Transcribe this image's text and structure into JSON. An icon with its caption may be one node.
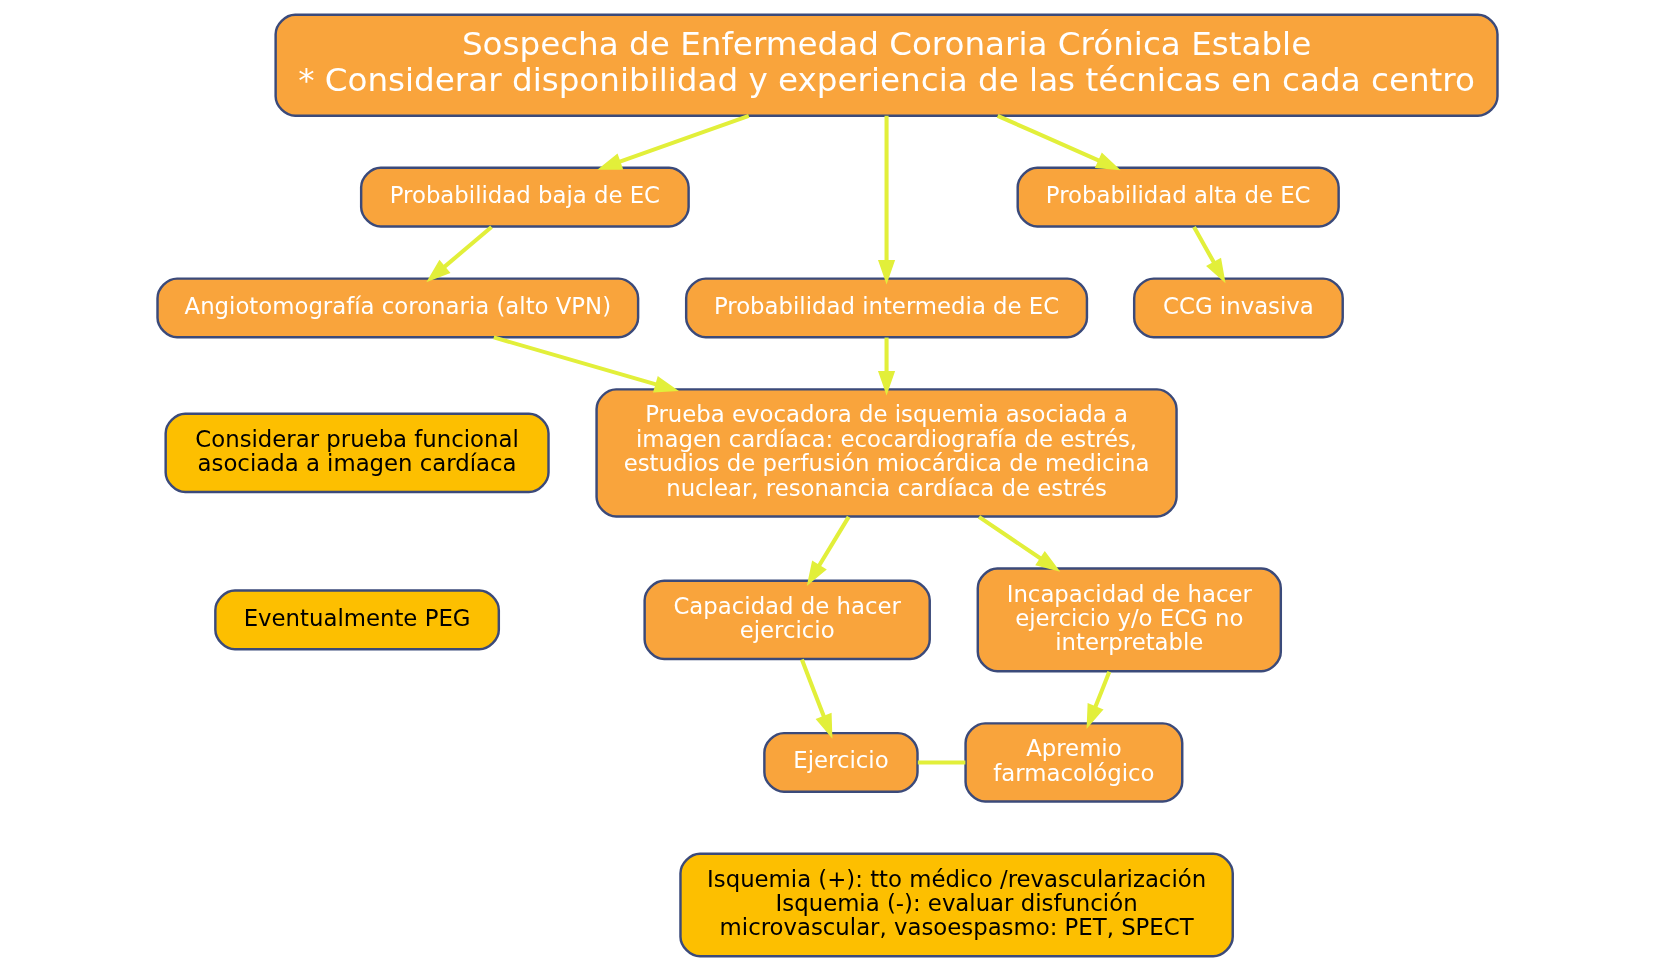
{
  "diagram": {
    "nodes": [
      {
        "text": [
          "Sospecha de Enfermedad Coronaria Crónica Estable",
          "* Considerar disponibilidad y experiencia de las técnicas en cada centro"
        ]
      },
      {
        "text": [
          "Probabilidad baja de EC"
        ]
      },
      {
        "text": [
          "Probabilidad intermedia de EC"
        ]
      },
      {
        "text": [
          "Probabilidad alta de EC"
        ]
      },
      {
        "text": [
          "Angiotomografía coronaria (alto VPN)"
        ]
      },
      {
        "text": [
          "Considerar prueba funcional asociada a imagen cardíaca"
        ]
      },
      {
        "text": [
          "Eventualmente PEG"
        ]
      },
      {
        "text": [
          "Prueba evocadora de isquemia asociada a imagen cardíaca: ecocardiografía de estrés, estudios de perfusión miocárdica de medicina nuclear, resonancia cardíaca de estrés"
        ]
      },
      {
        "text": [
          "CCG invasiva"
        ]
      },
      {
        "text": [
          "Capacidad de hacer ejercicio"
        ]
      },
      {
        "text": [
          "Incapacidad de hacer ejercicio y/o ECG no interpretable"
        ]
      },
      {
        "text": [
          "Ejercicio"
        ]
      },
      {
        "text": [
          "Apremio farmacológico"
        ]
      },
      {
        "text": [
          "Isquemia (+): tto médico /revascularización",
          "Isquemia (-): evaluar disfunción microvascular, vasoespasmo: PET, SPECT"
        ]
      }
    ],
    "edges": [
      {
        "from": 0,
        "to": 1,
        "arrow": "to"
      },
      {
        "from": 0,
        "to": 2,
        "arrow": "to"
      },
      {
        "from": 0,
        "to": 3,
        "arrow": "to"
      },
      {
        "from": 1,
        "to": 4,
        "arrow": "to"
      },
      {
        "from": 2,
        "to": 7,
        "arrow": "to"
      },
      {
        "from": 3,
        "to": 8,
        "arrow": "to"
      },
      {
        "from": 4,
        "to": 7,
        "arrow": "to"
      },
      {
        "from": 7,
        "to": 9,
        "arrow": "to"
      },
      {
        "from": 7,
        "to": 10,
        "arrow": "to"
      },
      {
        "from": 9,
        "to": 11,
        "arrow": "to"
      },
      {
        "from": 10,
        "to": 12,
        "arrow": "to"
      },
      {
        "from": 11,
        "to": 12,
        "arrow": "none"
      }
    ]
  }
}
